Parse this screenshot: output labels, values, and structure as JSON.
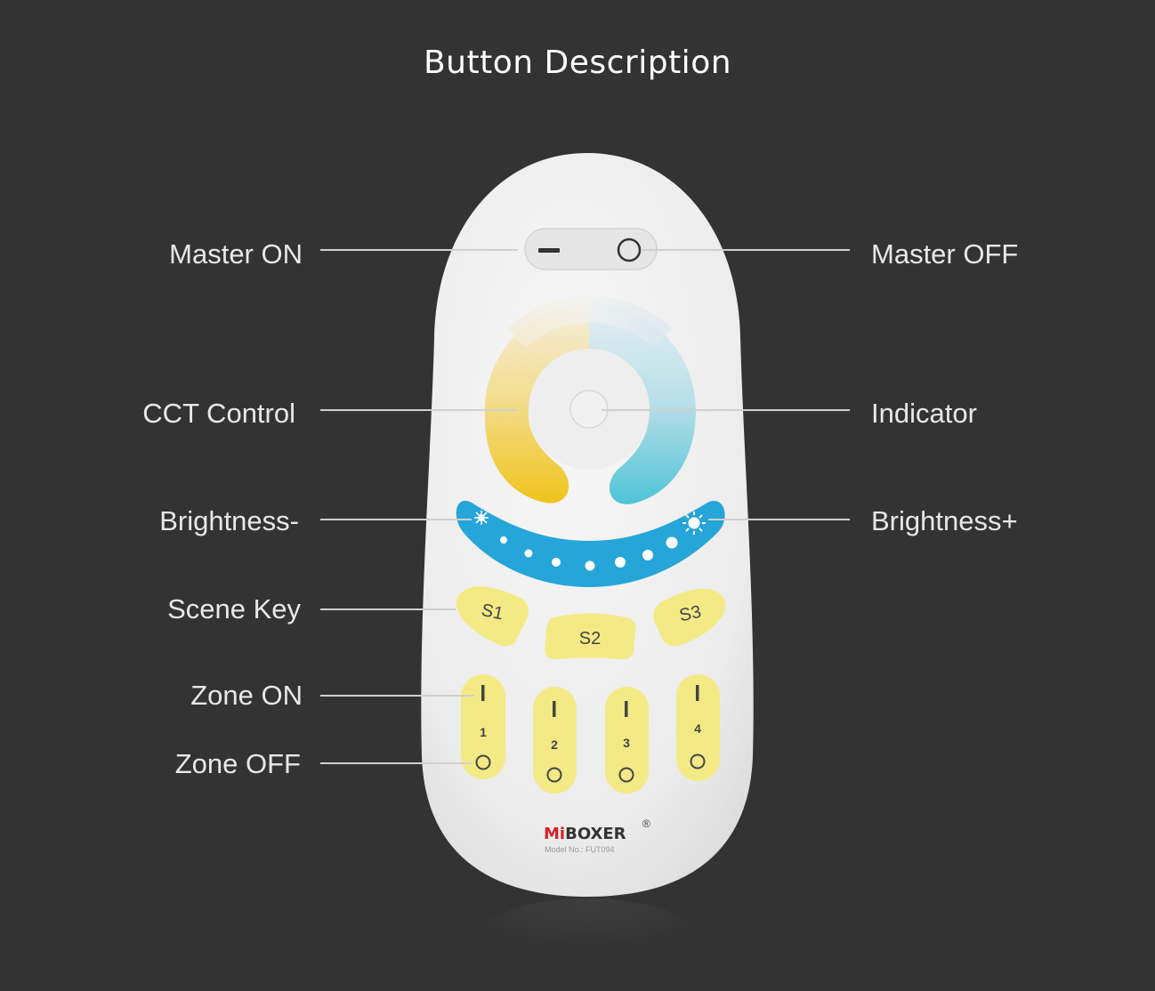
{
  "title": "Button Description",
  "labels": {
    "master_on": "Master ON",
    "master_off": "Master OFF",
    "cct_control": "CCT Control",
    "indicator": "Indicator",
    "brightness_minus": "Brightness-",
    "brightness_plus": "Brightness+",
    "scene_key": "Scene Key",
    "zone_on": "Zone ON",
    "zone_off": "Zone OFF"
  },
  "remote": {
    "master_on_symbol": "—",
    "master_off_symbol": "O",
    "scenes": [
      "S1",
      "S2",
      "S3"
    ],
    "zones": [
      {
        "number": "1",
        "on": "I",
        "off": "O"
      },
      {
        "number": "2",
        "on": "I",
        "off": "O"
      },
      {
        "number": "3",
        "on": "I",
        "off": "O"
      },
      {
        "number": "4",
        "on": "I",
        "off": "O"
      }
    ],
    "brand_red": "Mi",
    "brand_dark": "BOXER",
    "registered": "®",
    "model": "Model No.: FUT094"
  },
  "colors": {
    "background": "#333333",
    "remote_body": "#efefef",
    "warm": "#f0c820",
    "cool": "#5cc6d8",
    "brightness_bar": "#23a6d8",
    "button_yellow": "#f2ea88",
    "brand_red": "#d6202a"
  }
}
